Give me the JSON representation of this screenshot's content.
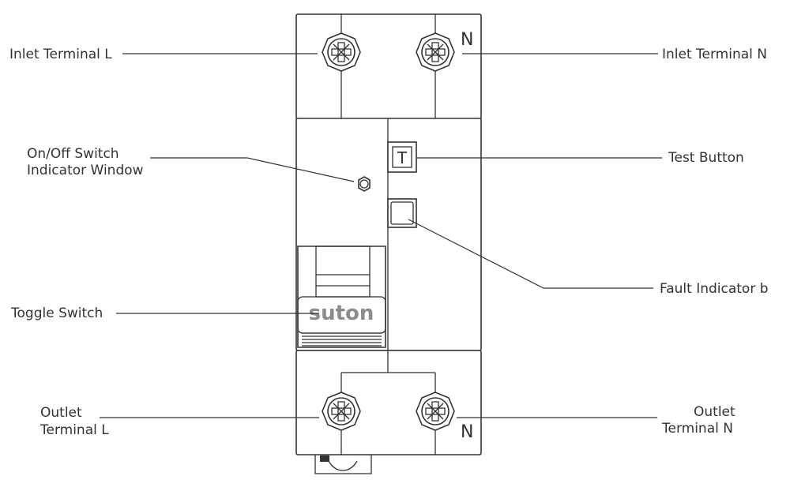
{
  "labels": {
    "inlet_l": "Inlet Terminal L",
    "inlet_n": "Inlet Terminal N",
    "onoff_1": "On/Off Switch",
    "onoff_2": "Indicator Window",
    "test": "Test Button",
    "fault": "Fault Indicator b",
    "toggle": "Toggle Switch",
    "outlet_l_1": "Outlet",
    "outlet_l_2": "Terminal L",
    "outlet_n_1": "Outlet",
    "outlet_n_2": "Terminal N"
  },
  "device": {
    "brand": "suton",
    "test_symbol": "T",
    "n_mark_top": "N",
    "n_mark_bottom": "N"
  }
}
